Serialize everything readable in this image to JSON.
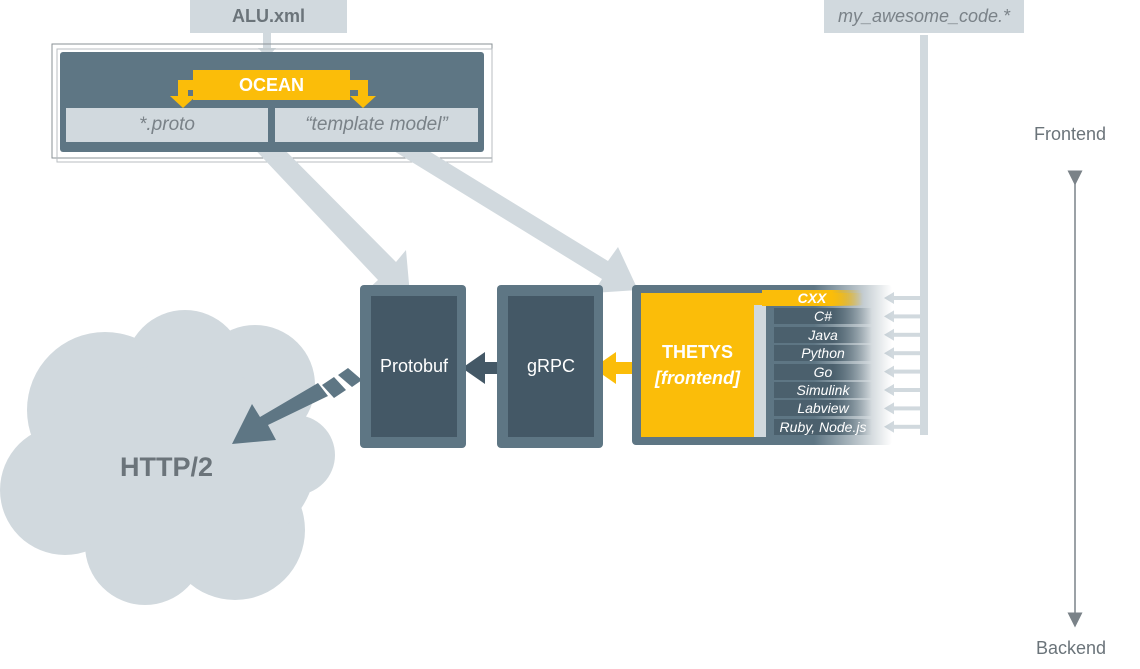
{
  "input_file": "ALU.xml",
  "user_code": "my_awesome_code.*",
  "ocean": {
    "title": "OCEAN",
    "proto": "*.proto",
    "template": "“template model”"
  },
  "nodes": {
    "protobuf": "Protobuf",
    "grpc": "gRPC",
    "thetys_title": "THETYS",
    "thetys_sub": "[frontend]"
  },
  "languages": [
    "CXX",
    "C#",
    "Java",
    "Python",
    "Go",
    "Simulink",
    "Labview",
    "Ruby, Node.js"
  ],
  "cloud_label": "HTTP/2",
  "axis": {
    "top": "Frontend",
    "bottom": "Backend"
  },
  "colors": {
    "yellow": "#fbbd09",
    "slate": "#5e7684",
    "dark_slate": "#445866",
    "light_gray": "#d1d9de",
    "cloud": "#d1d9de"
  }
}
